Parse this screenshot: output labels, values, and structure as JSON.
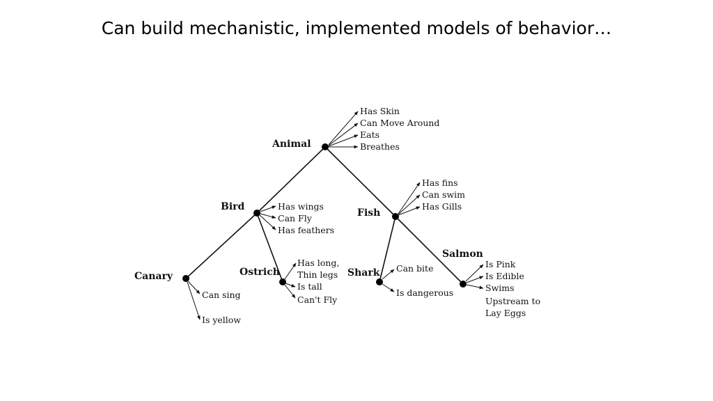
{
  "slide": {
    "title": "Can build mechanistic, implemented models of behavior…"
  },
  "diagram": {
    "nodes": {
      "animal": {
        "label": "Animal",
        "properties": [
          "Has Skin",
          "Can Move Around",
          "Eats",
          "Breathes"
        ]
      },
      "bird": {
        "label": "Bird",
        "properties": [
          "Has wings",
          "Can Fly",
          "Has feathers"
        ]
      },
      "fish": {
        "label": "Fish",
        "properties": [
          "Has fins",
          "Can swim",
          "Has Gills"
        ]
      },
      "canary": {
        "label": "Canary",
        "properties": [
          "Can sing",
          "Is yellow"
        ]
      },
      "ostrich": {
        "label": "Ostrich",
        "properties": [
          "Has long,",
          "Thin legs",
          "Is tall",
          "Can't Fly"
        ]
      },
      "shark": {
        "label": "Shark",
        "properties": [
          "Can bite",
          "Is dangerous"
        ]
      },
      "salmon": {
        "label": "Salmon",
        "properties": [
          "Is Pink",
          "Is Edible",
          "Swims",
          "Upstream to",
          "Lay Eggs"
        ]
      }
    },
    "colors": {
      "ink": "#111111",
      "background": "#ffffff"
    }
  }
}
